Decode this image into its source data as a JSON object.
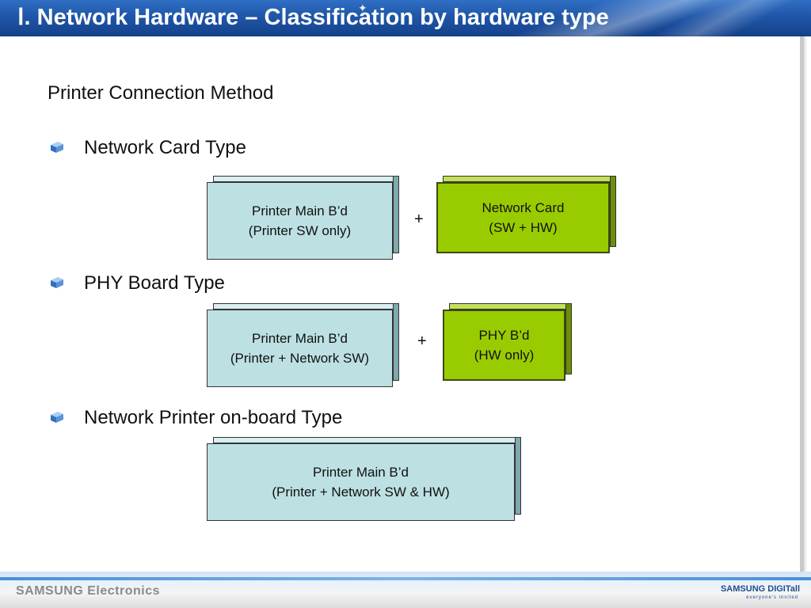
{
  "title": "Ⅰ. Network Hardware – Classification by hardware type",
  "heading": "Printer Connection Method",
  "sections": [
    {
      "label": "Network Card Type",
      "left_box": [
        "Printer Main B’d",
        "(Printer SW only)"
      ],
      "operator": "+",
      "right_box": [
        "Network Card",
        "(SW + HW)"
      ]
    },
    {
      "label": "PHY Board Type",
      "left_box": [
        "Printer Main B’d",
        "(Printer + Network SW)"
      ],
      "operator": "+",
      "right_box": [
        "PHY B’d",
        "(HW only)"
      ]
    },
    {
      "label": "Network Printer on-board Type",
      "main_box": [
        "Printer Main B’d",
        "(Printer + Network SW & HW)"
      ]
    }
  ],
  "footer": {
    "left_brand": "SAMSUNG Electronics",
    "right_brand": "SAMSUNG DIGITall",
    "right_tagline": "everyone's invited"
  },
  "colors": {
    "title_bar": "#1f56a8",
    "blue_box": "#bde0e3",
    "green_box": "#99cc00"
  }
}
